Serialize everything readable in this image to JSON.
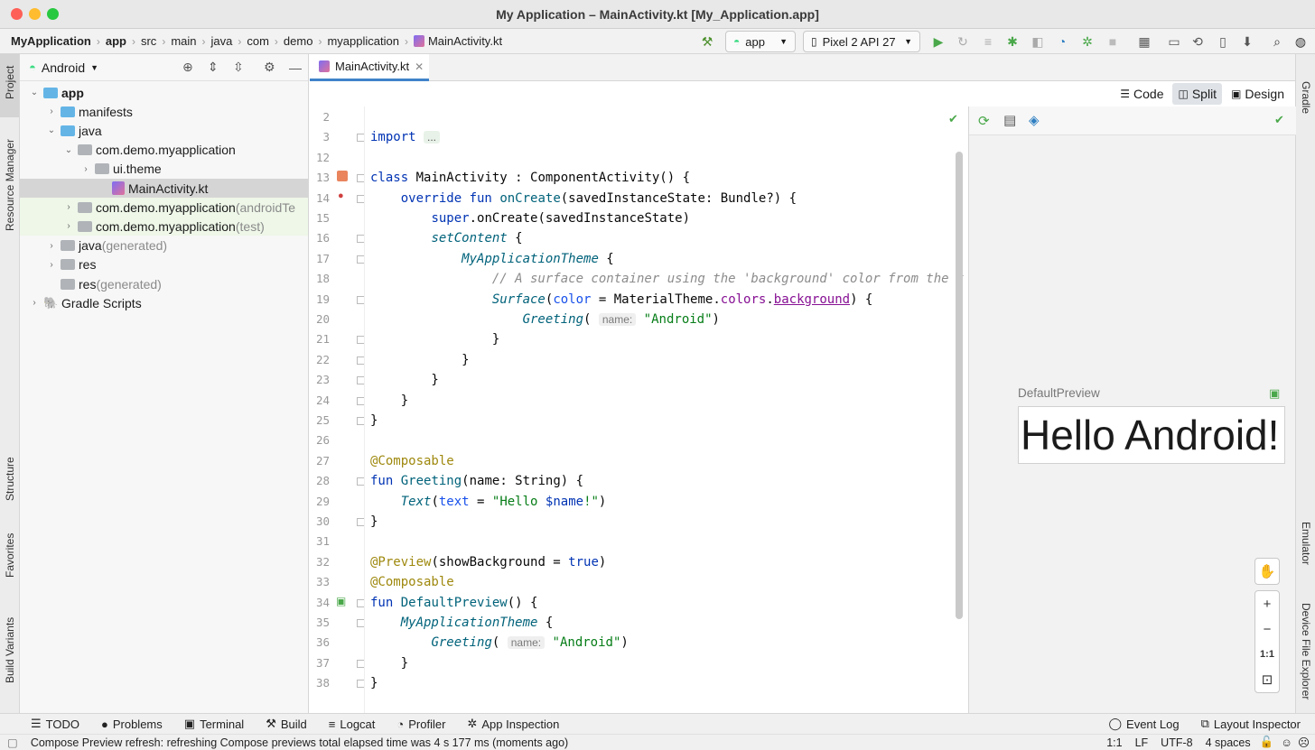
{
  "window": {
    "title": "My Application – MainActivity.kt [My_Application.app]"
  },
  "breadcrumb": [
    "MyApplication",
    "app",
    "src",
    "main",
    "java",
    "com",
    "demo",
    "myapplication",
    "MainActivity.kt"
  ],
  "toolbar": {
    "run_config": "app",
    "device": "Pixel 2 API 27"
  },
  "left_strip": [
    "Project",
    "Resource Manager",
    "Structure",
    "Favorites",
    "Build Variants"
  ],
  "right_strip": [
    "Gradle",
    "Emulator",
    "Device File Explorer"
  ],
  "project": {
    "view_mode": "Android",
    "tree": [
      {
        "label": "app",
        "suffix": "",
        "depth": 0,
        "icon": "folder-module",
        "expanded": true,
        "bold": true
      },
      {
        "label": "manifests",
        "suffix": "",
        "depth": 1,
        "icon": "folder",
        "expanded": false
      },
      {
        "label": "java",
        "suffix": "",
        "depth": 1,
        "icon": "folder",
        "expanded": true
      },
      {
        "label": "com.demo.myapplication",
        "suffix": "",
        "depth": 2,
        "icon": "package",
        "expanded": true
      },
      {
        "label": "ui.theme",
        "suffix": "",
        "depth": 3,
        "icon": "package",
        "expanded": false
      },
      {
        "label": "MainActivity.kt",
        "suffix": "",
        "depth": 4,
        "icon": "kotlin-file",
        "selected": true
      },
      {
        "label": "com.demo.myapplication",
        "suffix": " (androidTe",
        "depth": 2,
        "icon": "package",
        "expanded": false,
        "tint": true
      },
      {
        "label": "com.demo.myapplication",
        "suffix": " (test)",
        "depth": 2,
        "icon": "package",
        "expanded": false,
        "tint": true
      },
      {
        "label": "java",
        "suffix": " (generated)",
        "depth": 1,
        "icon": "folder-gen",
        "expanded": false
      },
      {
        "label": "res",
        "suffix": "",
        "depth": 1,
        "icon": "folder-res",
        "expanded": false
      },
      {
        "label": "res",
        "suffix": " (generated)",
        "depth": 1,
        "icon": "folder-res",
        "leaf": true
      },
      {
        "label": "Gradle Scripts",
        "suffix": "",
        "depth": 0,
        "icon": "gradle",
        "expanded": false
      }
    ]
  },
  "editor": {
    "tab": "MainActivity.kt",
    "modes": [
      "Code",
      "Split",
      "Design"
    ],
    "selected_mode": "Split",
    "lines": [
      {
        "n": "2",
        "html": ""
      },
      {
        "n": "3",
        "html": "<span class='kw'>import</span> <span class='hint' style='background:#e8f2e8;color:#555'>...</span>"
      },
      {
        "n": "12",
        "html": ""
      },
      {
        "n": "13",
        "html": "<span class='kw'>class</span> MainActivity : ComponentActivity() {"
      },
      {
        "n": "14",
        "html": "    <span class='kw'>override fun</span> <span class='fn'>onCreate</span>(savedInstanceState: Bundle?) {"
      },
      {
        "n": "15",
        "html": "        <span class='kw'>super</span>.onCreate(savedInstanceState)"
      },
      {
        "n": "16",
        "html": "        <span class='it'>setContent</span> {"
      },
      {
        "n": "17",
        "html": "            <span class='it'>MyApplicationTheme</span> {"
      },
      {
        "n": "18",
        "html": "                <span class='cm'>// A surface container using the 'background' color from the t</span>"
      },
      {
        "n": "19",
        "html": "                <span class='it'>Surface</span>(<span class='np'>color</span> = MaterialTheme.<span class='pl' style='text-decoration:none'>colors</span>.<span class='pl'>background</span>) {"
      },
      {
        "n": "20",
        "html": "                    <span class='it'>Greeting</span>( <span class='hint'>name:</span> <span class='st'>\"Android\"</span>)"
      },
      {
        "n": "21",
        "html": "                }"
      },
      {
        "n": "22",
        "html": "            }"
      },
      {
        "n": "23",
        "html": "        }"
      },
      {
        "n": "24",
        "html": "    }"
      },
      {
        "n": "25",
        "html": "}"
      },
      {
        "n": "26",
        "html": ""
      },
      {
        "n": "27",
        "html": "<span class='an'>@Composable</span>"
      },
      {
        "n": "28",
        "html": "<span class='kw'>fun</span> <span class='fn'>Greeting</span>(name: String) {"
      },
      {
        "n": "29",
        "html": "    <span class='it'>Text</span>(<span class='np'>text</span> = <span class='st'>\"Hello </span><span class='kw'>$name</span><span class='st'>!\"</span>)"
      },
      {
        "n": "30",
        "html": "}"
      },
      {
        "n": "31",
        "html": ""
      },
      {
        "n": "32",
        "html": "<span class='an'>@Preview</span>(showBackground = <span class='kw'>true</span>)"
      },
      {
        "n": "33",
        "html": "<span class='an'>@Composable</span>"
      },
      {
        "n": "34",
        "html": "<span class='kw'>fun</span> <span class='fn'>DefaultPreview</span>() {"
      },
      {
        "n": "35",
        "html": "    <span class='it'>MyApplicationTheme</span> {"
      },
      {
        "n": "36",
        "html": "        <span class='it'>Greeting</span>( <span class='hint'>name:</span> <span class='st'>\"Android\"</span>)"
      },
      {
        "n": "37",
        "html": "    }"
      },
      {
        "n": "38",
        "html": "}"
      }
    ]
  },
  "preview": {
    "label": "DefaultPreview",
    "content": "Hello Android!",
    "zoom_reset": "1:1"
  },
  "tool_windows": {
    "left": [
      "TODO",
      "Problems",
      "Terminal",
      "Build",
      "Logcat",
      "Profiler",
      "App Inspection"
    ],
    "right": [
      "Event Log",
      "Layout Inspector"
    ]
  },
  "status": {
    "message": "Compose Preview refresh: refreshing Compose previews total elapsed time was 4 s 177 ms (moments ago)",
    "position": "1:1",
    "line_sep": "LF",
    "encoding": "UTF-8",
    "indent": "4 spaces"
  },
  "colors": {
    "accent": "#4083c9",
    "folder": "#64b5e6",
    "selection": "#d5d5d5",
    "tint": "#eef7e8"
  }
}
